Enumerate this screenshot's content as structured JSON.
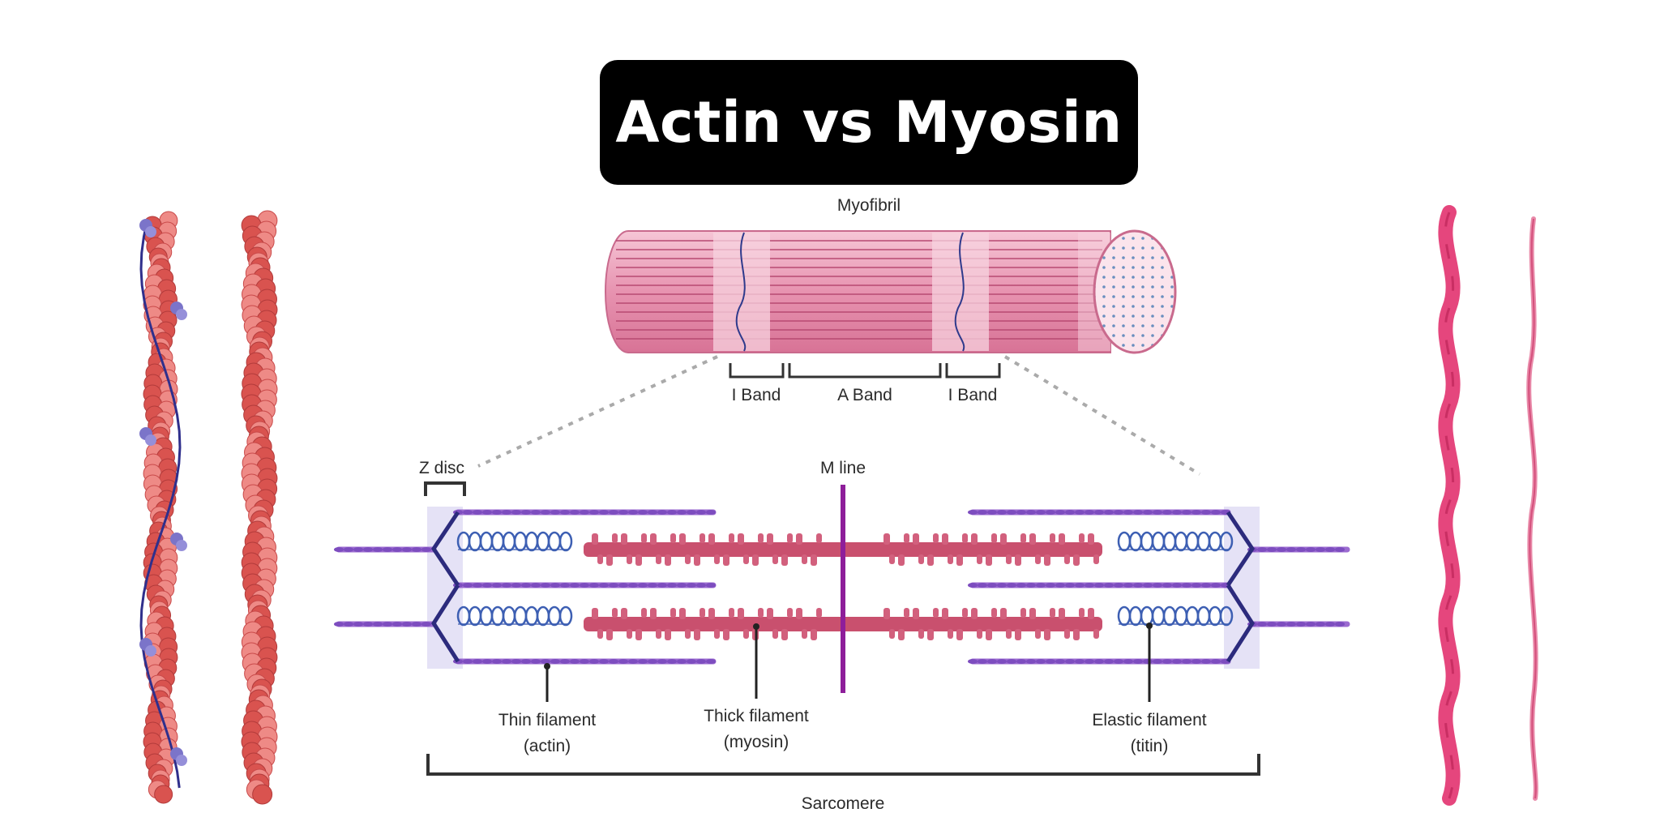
{
  "title": "Actin vs Myosin",
  "labels": {
    "myofibril": "Myofibril",
    "i_band": "I Band",
    "a_band": "A Band",
    "z_disc": "Z disc",
    "m_line": "M line",
    "thin_filament": "Thin filament",
    "thin_filament_sub": "(actin)",
    "thick_filament": "Thick filament",
    "thick_filament_sub": "(myosin)",
    "elastic_filament": "Elastic filament",
    "elastic_filament_sub": "(titin)",
    "sarcomere": "Sarcomere"
  },
  "colors": {
    "actin_red": "#d9534f",
    "actin_light": "#ee8a86",
    "tropomyosin": "#7b74c9",
    "myosin_pink": "#c9506e",
    "myofibril_pink": "#e68aa8",
    "m_line": "#8e1e9a",
    "z_disc": "#2c2b7d",
    "titin_blue": "#3d5fb3",
    "thin_purple": "#9b6bd0",
    "tropomyosin_strand": "#e23e74"
  }
}
